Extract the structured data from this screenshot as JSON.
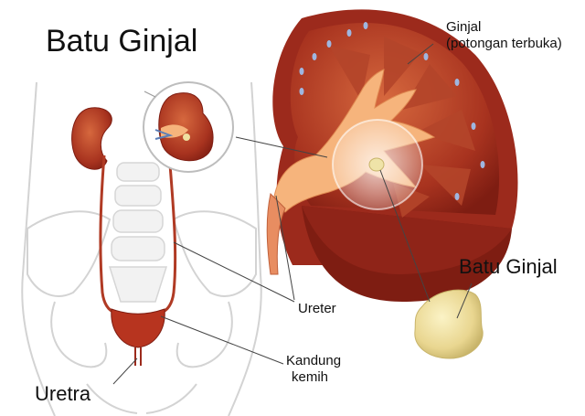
{
  "title": "Batu Ginjal",
  "labels": {
    "kidney_section_line1": "Ginjal",
    "kidney_section_line2": "(potongan terbuka)",
    "stone": "Batu Ginjal",
    "ureter": "Ureter",
    "bladder_line1": "Kandung",
    "bladder_line2": "kemih",
    "urethra": "Uretra"
  },
  "colors": {
    "kidney_outer": "#9c2a1c",
    "kidney_inner": "#c9542f",
    "pelvis": "#f6b47c",
    "stone": "#efe0a0",
    "body_outline": "#d3d3d3"
  }
}
